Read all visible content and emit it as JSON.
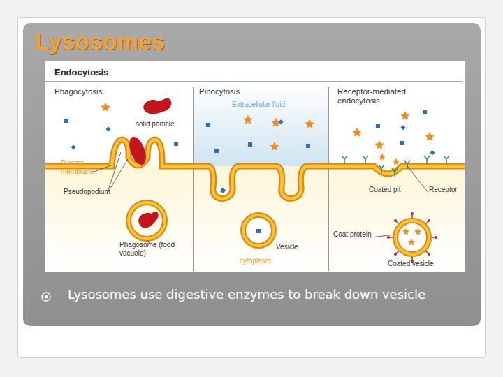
{
  "diagram": {
    "title": "Lysosomes",
    "nodes": [
      {
        "text": [
          "Endocytosis"
        ]
      },
      {
        "text": [
          "Phagocytosis"
        ],
        "in": 0
      },
      {
        "text": [
          "Pinocytosis"
        ],
        "in": 0
      },
      {
        "text": [
          "Receptor-mediated endocytosis"
        ],
        "in": 0
      }
    ],
    "labels": [
      "solid particle",
      "Plasma membrane",
      "Pseudopodium",
      "Phagosome (food vacuole)",
      "Extracellular fluid",
      "Vesicle",
      "cytoplasm",
      "Coated pit",
      "Receptor",
      "Coat protein",
      "Coated vesicle",
      "Lysosomes use digestive enzymes to break down vesicle"
    ]
  }
}
